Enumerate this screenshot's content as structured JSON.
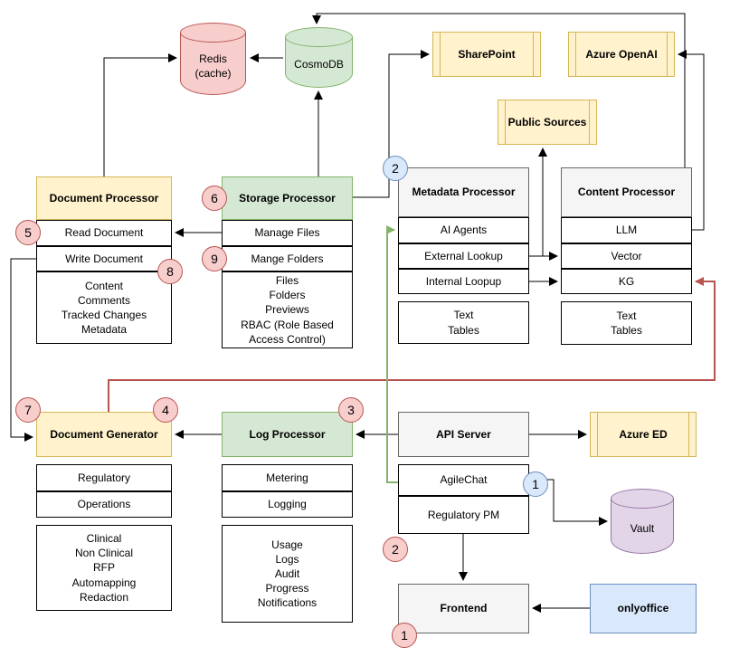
{
  "palette": {
    "yellow_fill": "#fff2cc",
    "yellow_stroke": "#d6b656",
    "green_fill": "#d5e8d4",
    "green_stroke": "#82b366",
    "red_fill": "#f8cecc",
    "red_stroke": "#b85450",
    "purple_fill": "#e1d5e7",
    "purple_stroke": "#9673a6",
    "blue_fill": "#dae8fc",
    "blue_stroke": "#6c8ebf",
    "gray_fill": "#f5f5f5",
    "gray_stroke": "#666666",
    "red_connector": "#b85450",
    "green_connector": "#82b366"
  },
  "nodes": {
    "redis": {
      "label": "Redis\n(cache)"
    },
    "cosmodb": {
      "label": "CosmoDB"
    },
    "sharepoint": {
      "label": "SharePoint"
    },
    "azure_openai": {
      "label": "Azure OpenAI"
    },
    "public_sources": {
      "label": "Public Sources"
    },
    "azure_ed": {
      "label": "Azure ED"
    },
    "vault": {
      "label": "Vault"
    },
    "frontend": {
      "label": "Frontend"
    },
    "onlyoffice": {
      "label": "onlyoffice"
    },
    "document_processor": {
      "title": "Document Processor",
      "rows": [
        "Read Document",
        "Write Document",
        "Content\nComments\nTracked Changes\nMetadata"
      ]
    },
    "storage_processor": {
      "title": "Storage Processor",
      "rows": [
        "Manage Files",
        "Mange Folders",
        "Files\nFolders\nPreviews\nRBAC (Role Based\nAccess Control)"
      ]
    },
    "metadata_processor": {
      "title": "Metadata Processor",
      "rows": [
        "AI Agents",
        "External Lookup",
        "Internal Loopup",
        "Text\nTables"
      ]
    },
    "content_processor": {
      "title": "Content Processor",
      "rows": [
        "LLM",
        "Vector",
        "KG",
        "Text\nTables"
      ]
    },
    "document_generator": {
      "title": "Document Generator",
      "rows": [
        "Regulatory",
        "Operations",
        "Clinical\nNon Clinical\nRFP\nAutomapping\nRedaction"
      ]
    },
    "log_processor": {
      "title": "Log Processor",
      "rows": [
        "Metering",
        "Logging",
        "Usage\nLogs\nAudit\nProgress\nNotifications"
      ]
    },
    "api_server": {
      "title": "API Server",
      "rows": [
        "AgileChat",
        "Regulatory PM"
      ]
    }
  },
  "badges": [
    {
      "label": "5",
      "color": "red"
    },
    {
      "label": "6",
      "color": "red"
    },
    {
      "label": "8",
      "color": "red"
    },
    {
      "label": "9",
      "color": "red"
    },
    {
      "label": "2",
      "color": "blue"
    },
    {
      "label": "7",
      "color": "red"
    },
    {
      "label": "4",
      "color": "red"
    },
    {
      "label": "3",
      "color": "red"
    },
    {
      "label": "1",
      "color": "blue"
    },
    {
      "label": "2",
      "color": "red"
    },
    {
      "label": "1",
      "color": "red"
    }
  ]
}
